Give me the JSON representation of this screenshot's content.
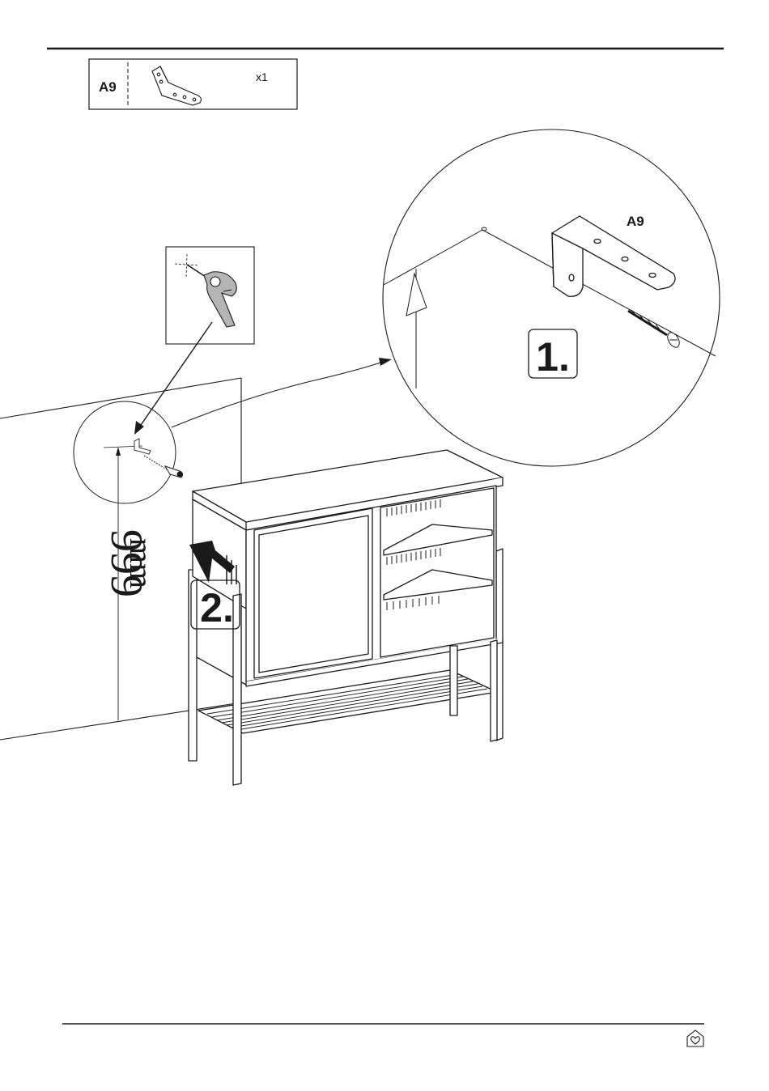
{
  "parts_box": {
    "part_label": "A9",
    "quantity": "x1"
  },
  "detail": {
    "part_label": "A9",
    "step_label": "1."
  },
  "main": {
    "step_label": "2.",
    "height_value": "999",
    "height_unit": "mm"
  },
  "footer": {
    "logo_icon": "house-heart-icon"
  }
}
